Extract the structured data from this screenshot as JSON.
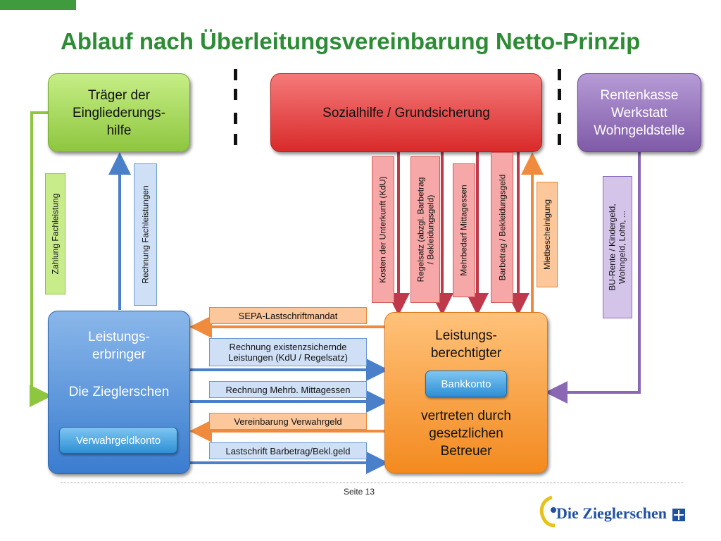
{
  "title": "Ablauf nach Überleitungsvereinbarung Netto-Prinzip",
  "colors": {
    "green": "#8ec63f",
    "red": "#d92a2a",
    "purple": "#7f5aa8",
    "blue": "#3a7ccf",
    "orange": "#f38a1f",
    "title": "#2e8b35"
  },
  "boxes": {
    "traeger": [
      "Träger der",
      "Eingliederungs-",
      "hilfe"
    ],
    "sozialhilfe": "Sozialhilfe / Grundsicherung",
    "rentenkasse": [
      "Rentenkasse",
      "Werkstatt",
      "Wohngeldstelle"
    ],
    "erbringer": [
      "Leistungs-",
      "erbringer",
      "Die Zieglerschen"
    ],
    "berechtigter_top": [
      "Leistungs-",
      "berechtigter"
    ],
    "berechtigter_bottom": [
      "vertreten durch",
      "gesetzlichen",
      "Betreuer"
    ]
  },
  "accounts": {
    "verwahrgeld": "Verwahrgeldkonto",
    "bank": "Bankkonto"
  },
  "vertical_labels": {
    "zahlung": "Zahlung Fachleistung",
    "rechnung": "Rechnung Fachleistungen",
    "kdu": "Kosten der Unterkunft (KdU)",
    "regelsatz_1": "Regelsatz (abzgl. Barbetrag",
    "regelsatz_2": "/ Bekleidungsgeld)",
    "mehrbedarf": "Mehrbedarf Mittagessen",
    "barbetrag": "Barbetrag / Bekleidungsgeld",
    "miete": "Mietbescheinigung",
    "bu_1": "BU-Rente / Kindergeld,",
    "bu_2": "Wohngeld, Lohn, ..."
  },
  "horizontal_labels": {
    "sepa": "SEPA-Lastschriftmandat",
    "rechnung_ex_1": "Rechnung existenzsichernde",
    "rechnung_ex_2": "Leistungen (KdU / Regelsatz)",
    "mehrb": "Rechnung Mehrb. Mittagessen",
    "verwahr": "Vereinbarung Verwahrgeld",
    "lastschrift": "Lastschrift Barbetrag/Bekl.geld"
  },
  "footer": {
    "page": "Seite 13",
    "logo": "Die Zieglerschen"
  }
}
